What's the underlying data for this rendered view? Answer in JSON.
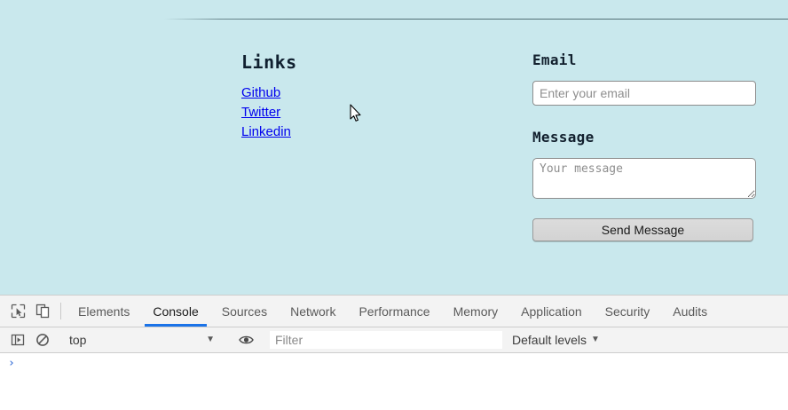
{
  "page": {
    "background_color": "#c9e8ed",
    "links_section": {
      "heading": "Links",
      "items": [
        {
          "label": "Github"
        },
        {
          "label": "Twitter"
        },
        {
          "label": "Linkedin"
        }
      ],
      "link_color": "#0000ee"
    },
    "contact_form": {
      "email_label": "Email",
      "email_value": "",
      "email_placeholder": "Enter your email",
      "message_label": "Message",
      "message_value": "",
      "message_placeholder": "Your message",
      "submit_label": "Send Message"
    }
  },
  "devtools": {
    "accent_color": "#1a73e8",
    "toolbar_icons": [
      {
        "name": "inspect-element-icon"
      },
      {
        "name": "device-toolbar-icon"
      }
    ],
    "tabs": [
      {
        "label": "Elements",
        "active": false
      },
      {
        "label": "Console",
        "active": true
      },
      {
        "label": "Sources",
        "active": false
      },
      {
        "label": "Network",
        "active": false
      },
      {
        "label": "Performance",
        "active": false
      },
      {
        "label": "Memory",
        "active": false
      },
      {
        "label": "Application",
        "active": false
      },
      {
        "label": "Security",
        "active": false
      },
      {
        "label": "Audits",
        "active": false
      }
    ],
    "console_toolbar": {
      "sidebar_toggle_icon": "console-sidebar-icon",
      "clear_icon": "clear-console-icon",
      "context_selected": "top",
      "eye_icon": "live-expression-eye-icon",
      "filter_value": "",
      "filter_placeholder": "Filter",
      "levels_label": "Default levels"
    },
    "console_body": {
      "prompt": "›",
      "messages": []
    }
  }
}
